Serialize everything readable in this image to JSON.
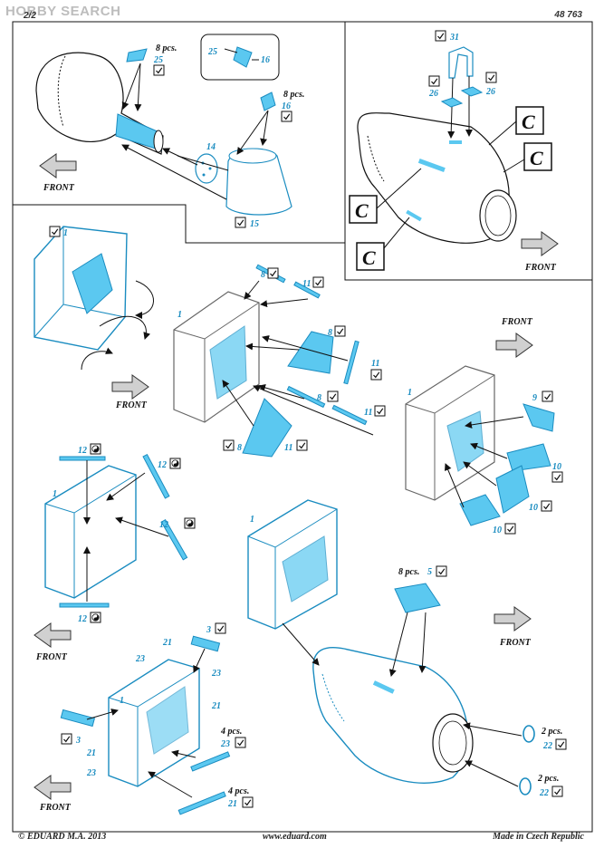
{
  "header": {
    "brand": "HOBBY SEARCH",
    "page_number": "2/2",
    "kit_number": "48 763"
  },
  "footer": {
    "copyright": "© EDUARD  M.A. 2013",
    "website": "www.eduard.com",
    "origin": "Made in Czech Republic"
  },
  "common": {
    "front": "FRONT",
    "c_marker": "C",
    "pcs8": "8 pcs.",
    "pcs4": "4 pcs.",
    "pcs2": "2 pcs."
  },
  "parts": {
    "p1": "1",
    "p3": "3",
    "p5": "5",
    "p8": "8",
    "p9": "9",
    "p10": "10",
    "p11": "11",
    "p12": "12",
    "p14": "14",
    "p15": "15",
    "p16": "16",
    "p21": "21",
    "p22": "22",
    "p23": "23",
    "p25": "25",
    "p26": "26",
    "p31": "31"
  },
  "colors": {
    "photo_etch": "#5bc8f0",
    "photo_etch_stroke": "#1a8cc0",
    "line": "#111111",
    "arrow_fill": "#d0d0d0",
    "plastic_outline": "#555555"
  }
}
